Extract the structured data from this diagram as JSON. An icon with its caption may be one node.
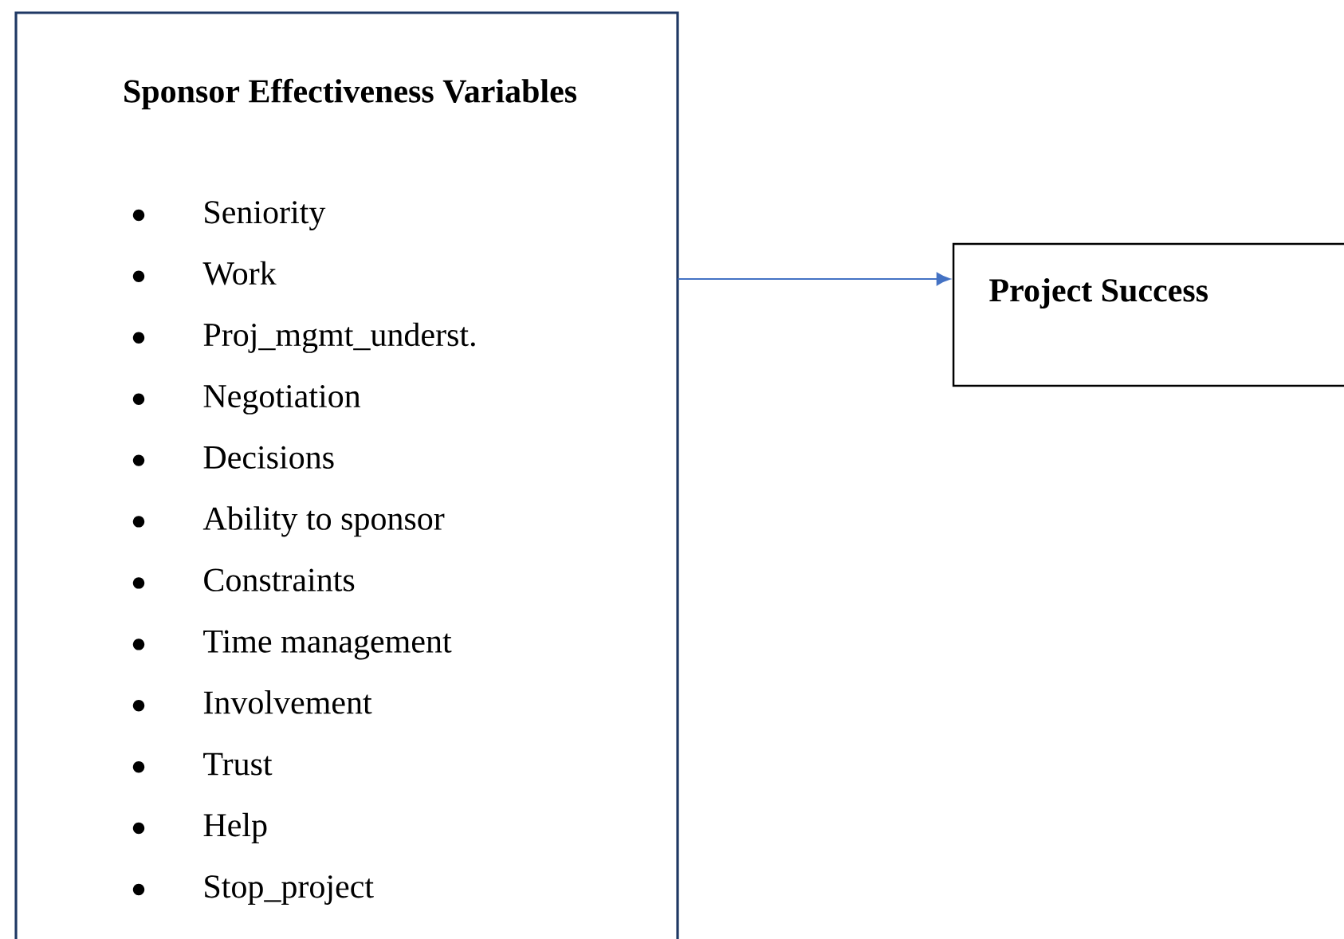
{
  "diagram": {
    "nodes": [
      {
        "text": [
          "Sponsor Effectiveness Variables",
          "Seniority",
          "Work",
          "Proj_mgmt_underst.",
          "Negotiation",
          "Decisions",
          "Ability to sponsor",
          "Constraints",
          "Time management",
          "Involvement",
          "Trust",
          "Help",
          "Stop_project"
        ]
      },
      {
        "text": [
          "Project Success"
        ]
      }
    ],
    "edges": [
      {
        "from": 0,
        "to": 1,
        "arrow": "to",
        "color": "#4472c4"
      }
    ]
  }
}
